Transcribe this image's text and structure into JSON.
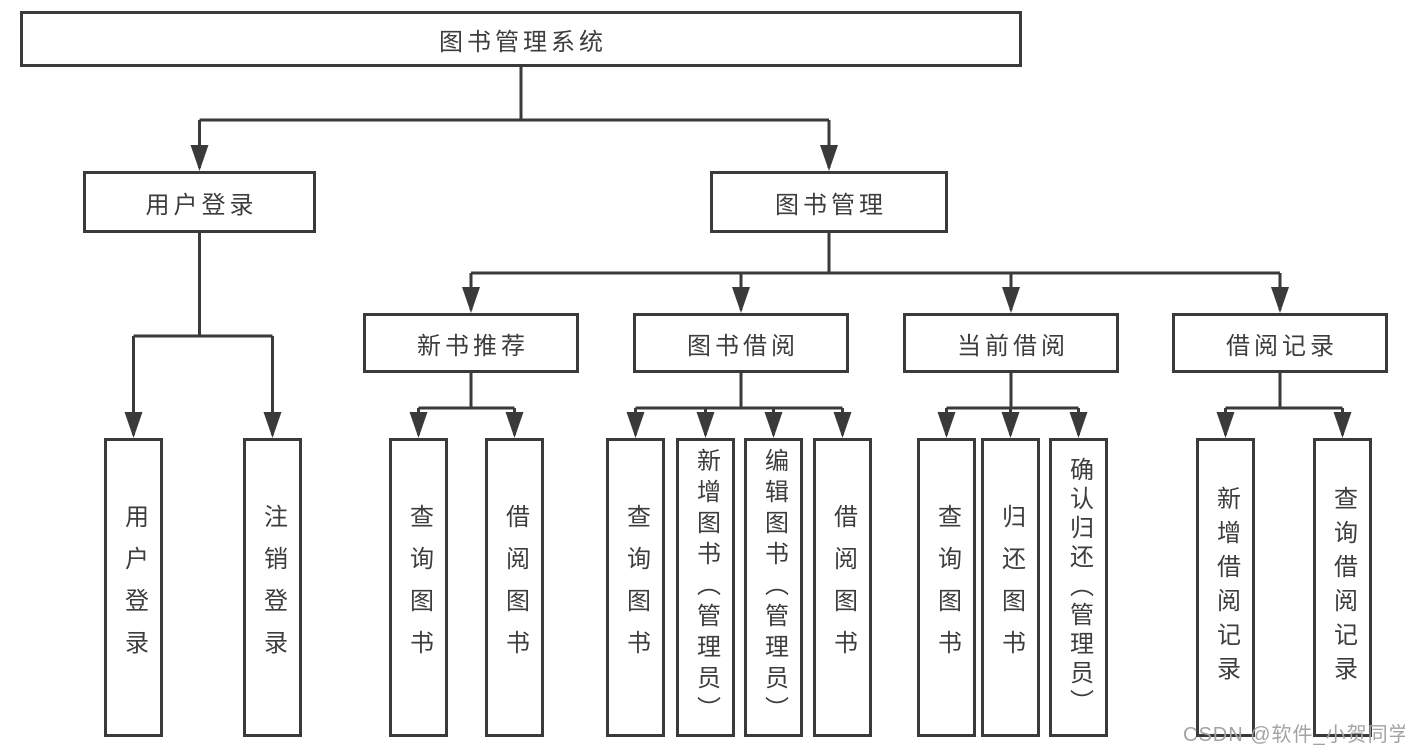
{
  "tree": {
    "root": "图书管理系统",
    "children": [
      {
        "label": "用户登录",
        "children": [
          "用户登录",
          "注销登录"
        ]
      },
      {
        "label": "图书管理",
        "children": [
          {
            "label": "新书推荐",
            "children": [
              "查询图书",
              "借阅图书"
            ]
          },
          {
            "label": "图书借阅",
            "children": [
              "查询图书",
              "新增图书（管理员）",
              "编辑图书（管理员）",
              "借阅图书"
            ]
          },
          {
            "label": "当前借阅",
            "children": [
              "查询图书",
              "归还图书",
              "确认归还（管理员）"
            ]
          },
          {
            "label": "借阅记录",
            "children": [
              "新增借阅记录",
              "查询借阅记录"
            ]
          }
        ]
      }
    ]
  },
  "watermark": {
    "text": "CSDN @软件_小贺同学"
  },
  "colors": {
    "line": "#3a3a3a",
    "text": "#3d3d3d",
    "background": "#ffffff",
    "watermark_text": "#a3a3a3"
  }
}
